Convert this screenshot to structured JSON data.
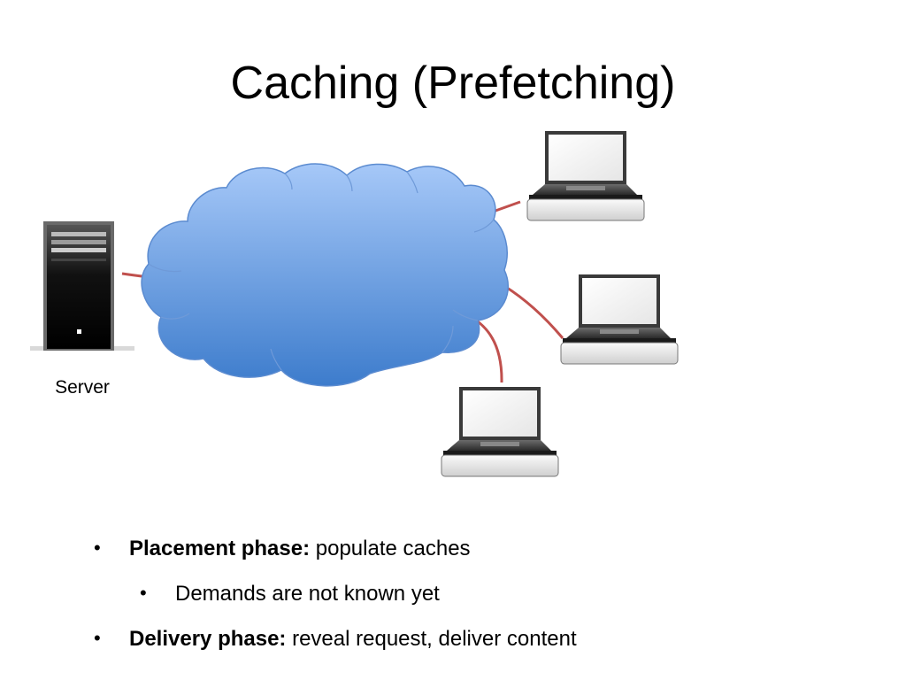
{
  "slide": {
    "title": "Caching (Prefetching)"
  },
  "diagram": {
    "server_label": "Server",
    "link_color": "#c0504d",
    "cloud_colors": [
      "#9cc2f7",
      "#3f7fd0"
    ]
  },
  "bullets": [
    {
      "bold": "Placement phase:",
      "text": " populate caches",
      "level": 1
    },
    {
      "bold": "",
      "text": "Demands are not known yet",
      "level": 2
    },
    {
      "bold": "Delivery phase:",
      "text": " reveal request, deliver content",
      "level": 1
    }
  ],
  "bullet_glyph": "•"
}
